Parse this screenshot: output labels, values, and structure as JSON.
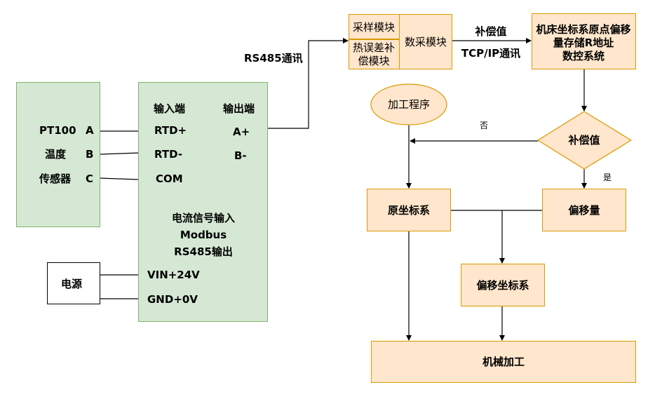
{
  "sensor": {
    "model": "PT100",
    "line2": "温度",
    "line3": "传感器",
    "pins": [
      "A",
      "B",
      "C"
    ]
  },
  "power": {
    "label": "电源"
  },
  "converter": {
    "input_header": "输入端",
    "output_header": "输出端",
    "inputs": [
      "RTD+",
      "RTD-",
      "COM"
    ],
    "outputs": [
      "A+",
      "B-"
    ],
    "desc_line1": "电流信号输入",
    "desc_line2": "Modbus",
    "desc_line3": "RS485输出",
    "vin": "VIN+24V",
    "gnd": "GND+0V"
  },
  "links": {
    "rs485": "RS485通讯",
    "comp_value": "补偿值",
    "tcpip": "TCP/IP通讯"
  },
  "module": {
    "sampling": "采样模块",
    "thermal_line1": "热误差补",
    "thermal_line2": "偿模块",
    "acquisition": "数采模块"
  },
  "cnc": {
    "line1": "机床坐标系原点偏移",
    "line2": "量存储R地址",
    "line3": "数控系统"
  },
  "flow": {
    "program": "加工程序",
    "decision": "补偿值",
    "no": "否",
    "yes": "是",
    "origin": "原坐标系",
    "offset": "偏移量",
    "offset_coord": "偏移坐标系",
    "machining": "机械加工"
  },
  "colors": {
    "green_fill": "#d5e8d4",
    "green_stroke": "#82b366",
    "orange_fill": "#ffe6cc",
    "orange_stroke": "#d79b00"
  }
}
